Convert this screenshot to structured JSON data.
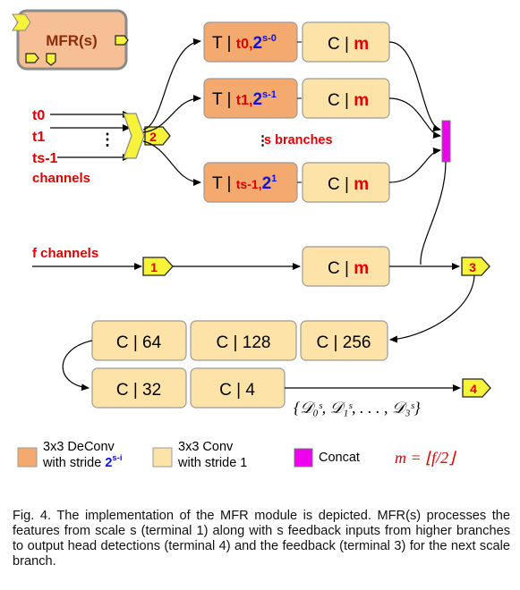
{
  "mfr_module": {
    "label": "MFR(s)"
  },
  "inputs": {
    "t0": "t0",
    "t1": "t1",
    "ts1": "ts-1",
    "dots": "⋮",
    "channels": "channels",
    "f_channels": "f channels"
  },
  "terminals": {
    "t1": "1",
    "t2": "2",
    "t3": "3",
    "t4": "4"
  },
  "branches": {
    "label": "s branches",
    "rows": [
      {
        "t_prefix": "T | ",
        "t_sub": "t0",
        "t_power": "2",
        "t_exp": "s-0",
        "c_label": "C | ",
        "c_m": "m"
      },
      {
        "t_prefix": "T | ",
        "t_sub": "t1",
        "t_power": "2",
        "t_exp": "s-1",
        "c_label": "C | ",
        "c_m": "m"
      },
      {
        "t_prefix": "T | ",
        "t_sub": "ts-1",
        "t_power": "2",
        "t_exp": "1",
        "c_label": "C | ",
        "c_m": "m"
      }
    ],
    "f_conv": {
      "c_label": "C | ",
      "c_m": "m"
    }
  },
  "head": {
    "row1": [
      "C | 64",
      "C | 128",
      "C | 256"
    ],
    "row2": [
      "C | 32",
      "C | 4"
    ],
    "detections": "{𝒟₀ˢ, 𝒟₁ˢ, . . . , 𝒟₃ˢ}"
  },
  "legend": {
    "deconv_line1": "3x3 DeConv",
    "deconv_line2": "with stride ",
    "deconv_power": "2",
    "deconv_exp": "s-i",
    "conv_line1": "3x3 Conv",
    "conv_line2": "with stride 1",
    "concat": "Concat",
    "formula": "m = ⌊f/2⌋"
  },
  "caption": "Fig. 4. The implementation of the MFR module is depicted. MFR(s) processes the features from scale s (terminal 1) along with s feedback inputs from higher branches to output head detections (terminal 4) and the feedback (terminal 3) for the next scale branch.",
  "colors": {
    "deconv_fill": "#f4a96e",
    "conv_fill": "#fde3a7",
    "module_fill": "#f7bf95",
    "terminal_fill": "#f7f23a",
    "concat_fill": "#ee00ee",
    "label_red": "#e00000",
    "exp_blue": "#1010e0"
  }
}
